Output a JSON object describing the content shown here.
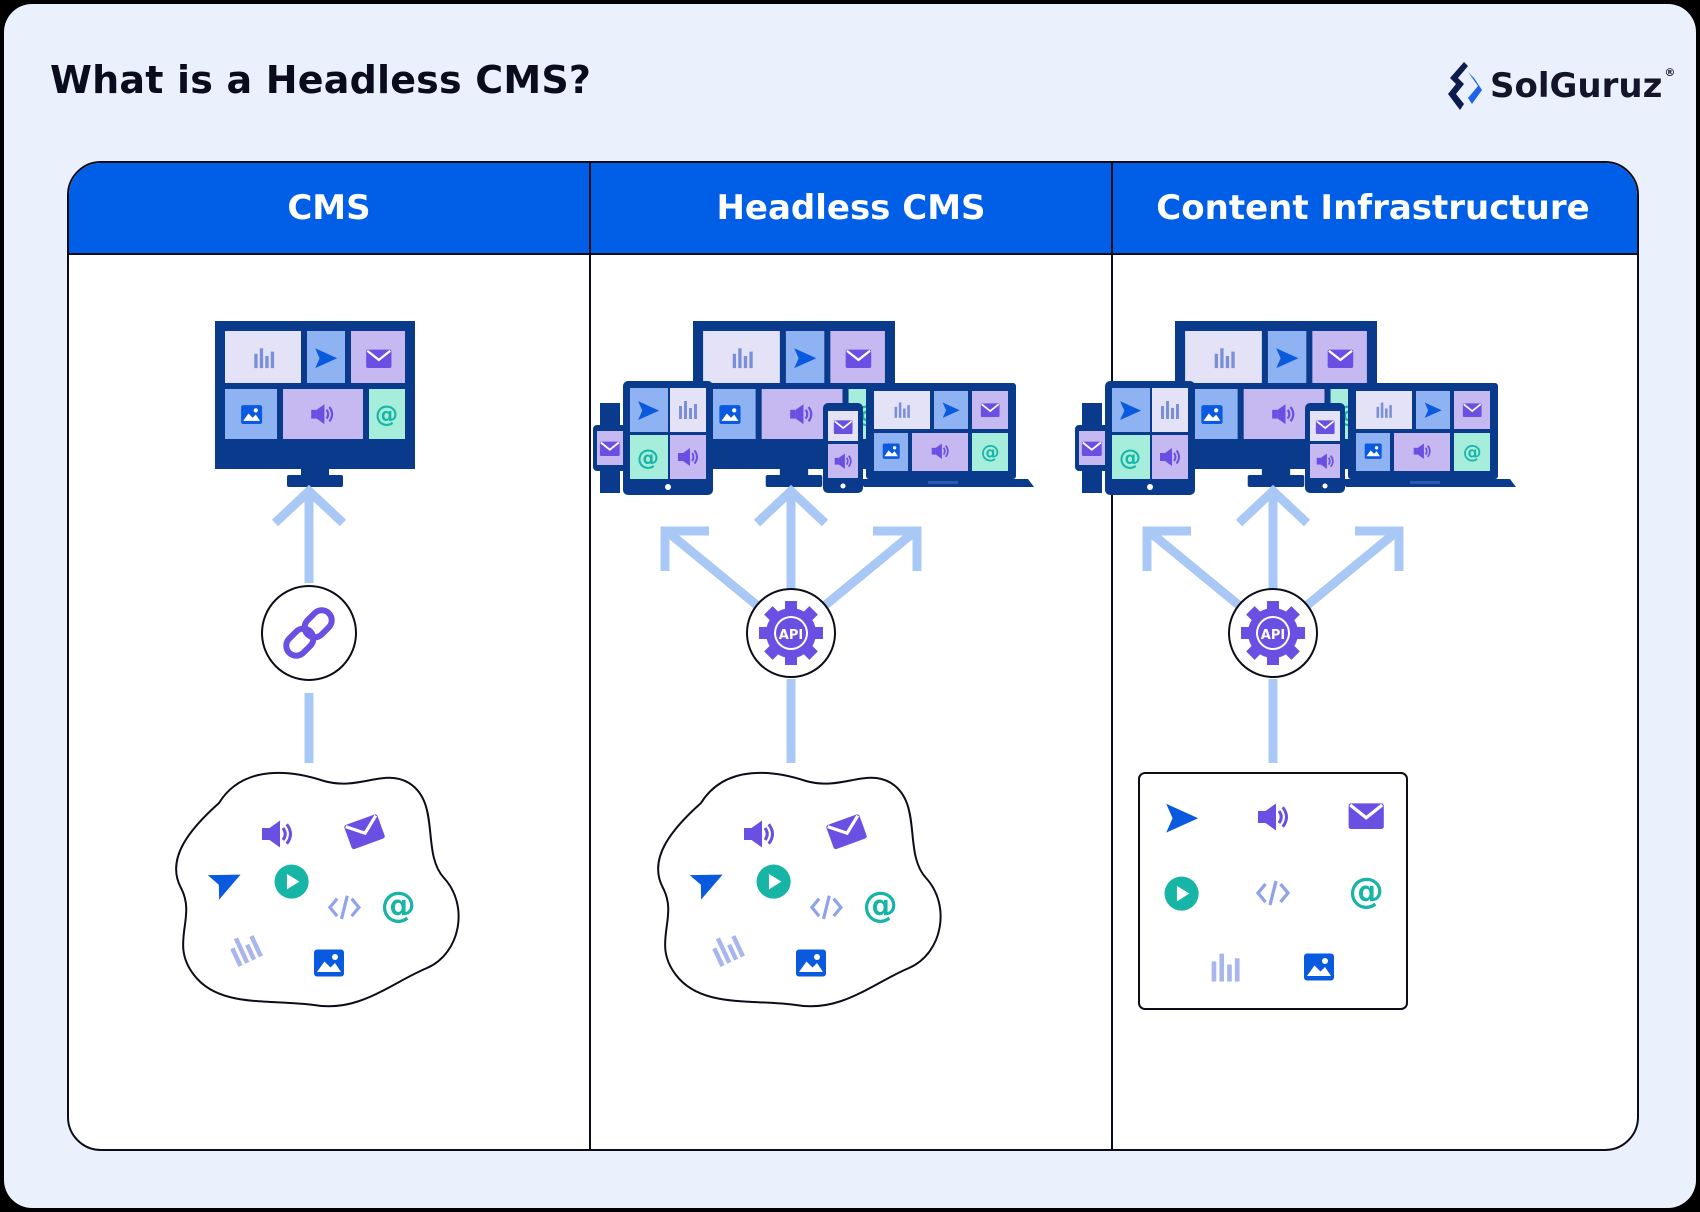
{
  "title": "What is a Headless CMS?",
  "brand": {
    "name": "SolGuruz",
    "registered": "®"
  },
  "columns": [
    {
      "label": "CMS"
    },
    {
      "label": "Headless CMS"
    },
    {
      "label": "Content Infrastructure"
    }
  ],
  "hubs": {
    "api_label": "API"
  },
  "colors": {
    "background": "#eaf1fc",
    "header_blue": "#005fe6",
    "navy_device": "#0a3a8c",
    "arrow_light_blue": "#a9c8f5",
    "purple": "#7053e6",
    "teal": "#16b5a5",
    "lavender_tile": "#c6b9f2",
    "light_tile": "#e3e2f7"
  }
}
